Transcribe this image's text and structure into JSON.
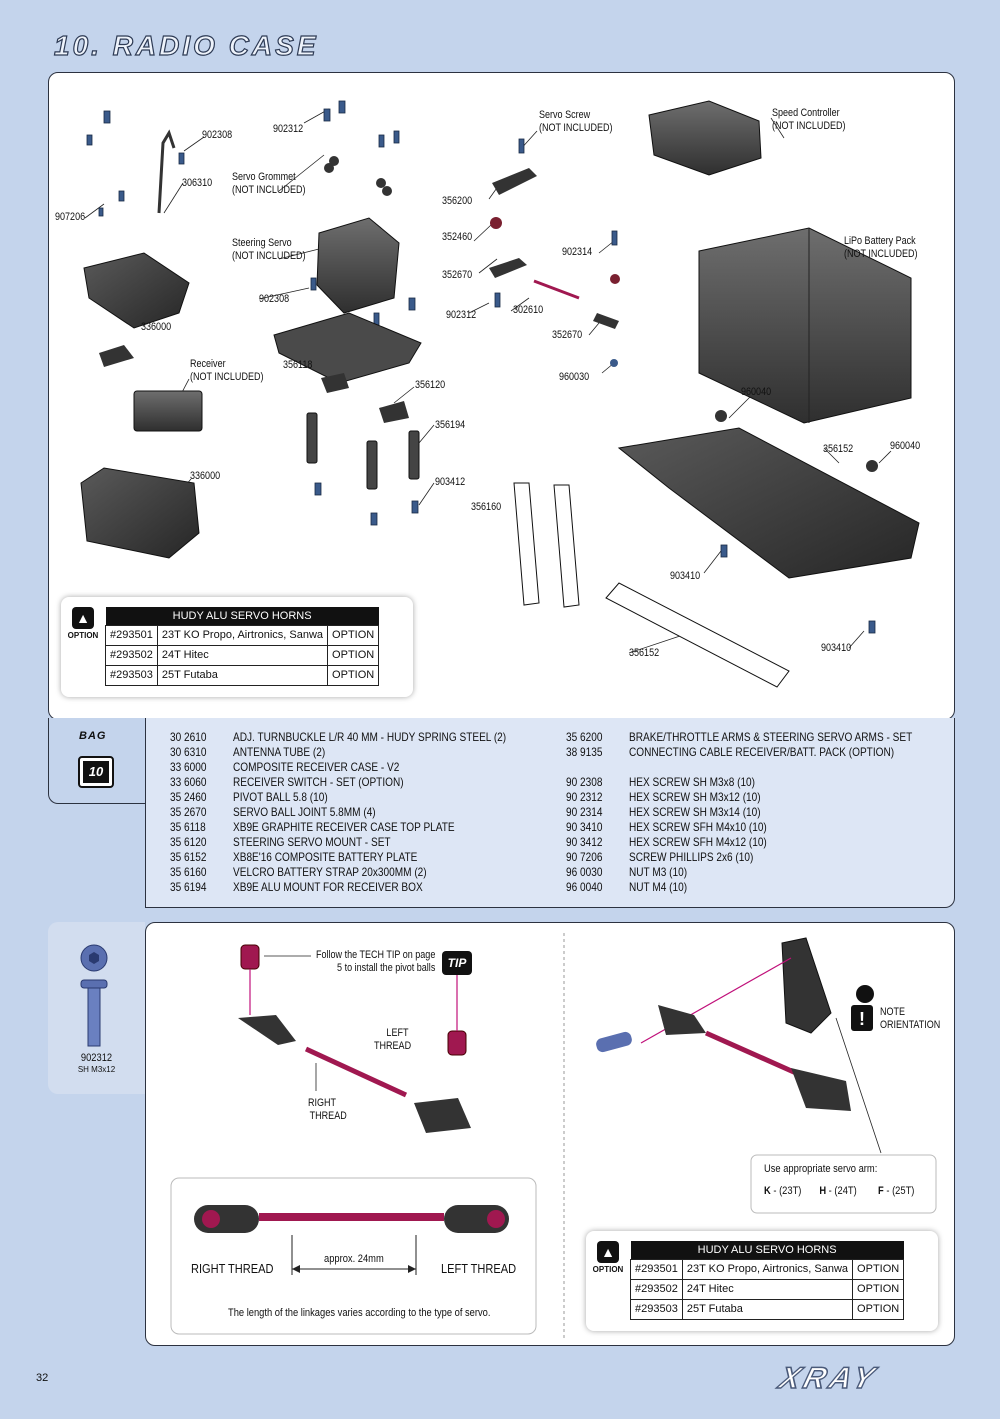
{
  "page": {
    "title": "10. RADIO CASE",
    "number": "32",
    "brand": "XRAY"
  },
  "diagram_labels": [
    {
      "id": "902308a",
      "lines": [
        "902308"
      ]
    },
    {
      "id": "902312a",
      "lines": [
        "902312"
      ]
    },
    {
      "id": "306310",
      "lines": [
        "306310"
      ]
    },
    {
      "id": "907206",
      "lines": [
        "907206"
      ]
    },
    {
      "id": "grommet",
      "lines": [
        "Servo Grommet",
        "(NOT INCLUDED)"
      ]
    },
    {
      "id": "servo",
      "lines": [
        "Steering Servo",
        "(NOT INCLUDED)"
      ]
    },
    {
      "id": "902308b",
      "lines": [
        "902308"
      ]
    },
    {
      "id": "336000a",
      "lines": [
        "336000"
      ]
    },
    {
      "id": "receiver",
      "lines": [
        "Receiver",
        "(NOT INCLUDED)"
      ]
    },
    {
      "id": "356118",
      "lines": [
        "356118"
      ]
    },
    {
      "id": "356120",
      "lines": [
        "356120"
      ]
    },
    {
      "id": "356194",
      "lines": [
        "356194"
      ]
    },
    {
      "id": "336000b",
      "lines": [
        "336000"
      ]
    },
    {
      "id": "903412",
      "lines": [
        "903412"
      ]
    },
    {
      "id": "servoscrew",
      "lines": [
        "Servo Screw",
        "(NOT INCLUDED)"
      ]
    },
    {
      "id": "356200",
      "lines": [
        "356200"
      ]
    },
    {
      "id": "352460",
      "lines": [
        "352460"
      ]
    },
    {
      "id": "352670a",
      "lines": [
        "352670"
      ]
    },
    {
      "id": "902312b",
      "lines": [
        "902312"
      ]
    },
    {
      "id": "302610",
      "lines": [
        "302610"
      ]
    },
    {
      "id": "352670b",
      "lines": [
        "352670"
      ]
    },
    {
      "id": "902314",
      "lines": [
        "902314"
      ]
    },
    {
      "id": "960030",
      "lines": [
        "960030"
      ]
    },
    {
      "id": "speed",
      "lines": [
        "Speed Controller",
        "(NOT INCLUDED)"
      ]
    },
    {
      "id": "lipo",
      "lines": [
        "LiPo Battery Pack",
        "(NOT INCLUDED)"
      ]
    },
    {
      "id": "960040a",
      "lines": [
        "960040"
      ]
    },
    {
      "id": "356152a",
      "lines": [
        "356152"
      ]
    },
    {
      "id": "960040b",
      "lines": [
        "960040"
      ]
    },
    {
      "id": "356160",
      "lines": [
        "356160"
      ]
    },
    {
      "id": "903410a",
      "lines": [
        "903410"
      ]
    },
    {
      "id": "356152b",
      "lines": [
        "356152"
      ]
    },
    {
      "id": "903410b",
      "lines": [
        "903410"
      ]
    }
  ],
  "option_table": {
    "badge": "OPTION",
    "header": "HUDY ALU SERVO HORNS",
    "rows": [
      {
        "code": "#293501",
        "desc": "23T KO Propo, Airtronics, Sanwa",
        "tag": "OPTION"
      },
      {
        "code": "#293502",
        "desc": "24T Hitec",
        "tag": "OPTION"
      },
      {
        "code": "#293503",
        "desc": "25T Futaba",
        "tag": "OPTION"
      }
    ]
  },
  "bag": {
    "label": "BAG",
    "number": "10"
  },
  "parts_left": [
    {
      "code": "30 2610",
      "desc": "ADJ. TURNBUCKLE L/R 40 MM  - HUDY SPRING STEEL (2)"
    },
    {
      "code": "30 6310",
      "desc": "ANTENNA TUBE (2)"
    },
    {
      "code": "33 6000",
      "desc": "COMPOSITE RECEIVER CASE - V2"
    },
    {
      "code": "33 6060",
      "desc": "RECEIVER SWITCH - SET (OPTION)"
    },
    {
      "code": "35 2460",
      "desc": "PIVOT BALL 5.8 (10)"
    },
    {
      "code": "35 2670",
      "desc": "SERVO BALL JOINT  5.8MM (4)"
    },
    {
      "code": "35 6118",
      "desc": "XB9E GRAPHITE RECEIVER CASE TOP PLATE"
    },
    {
      "code": "35 6120",
      "desc": "STEERING SERVO MOUNT - SET"
    },
    {
      "code": "35 6152",
      "desc": "XB8E'16 COMPOSITE BATTERY PLATE"
    },
    {
      "code": "35 6160",
      "desc": "VELCRO BATTERY STRAP 20x300MM (2)"
    },
    {
      "code": "35 6194",
      "desc": "XB9E ALU MOUNT FOR RECEIVER BOX"
    }
  ],
  "parts_right": [
    {
      "code": "35 6200",
      "desc": "BRAKE/THROTTLE ARMS & STEERING SERVO ARMS - SET"
    },
    {
      "code": "38 9135",
      "desc": "CONNECTING CABLE  RECEIVER/BATT. PACK (OPTION)"
    },
    {
      "code": "",
      "desc": ""
    },
    {
      "code": "90 2308",
      "desc": "HEX SCREW  SH M3x8  (10)"
    },
    {
      "code": "90 2312",
      "desc": "HEX SCREW  SH M3x12  (10)"
    },
    {
      "code": "90 2314",
      "desc": "HEX SCREW  SH M3x14  (10)"
    },
    {
      "code": "90 3410",
      "desc": "HEX SCREW  SFH M4x10  (10)"
    },
    {
      "code": "90 3412",
      "desc": "HEX SCREW  SFH M4x12  (10)"
    },
    {
      "code": "90 7206",
      "desc": "SCREW PHILLIPS 2x6  (10)"
    },
    {
      "code": "96 0030",
      "desc": "NUT M3  (10)"
    },
    {
      "code": "96 0040",
      "desc": "NUT M4  (10)"
    }
  ],
  "sidebar": {
    "code": "902312",
    "spec": "SH M3x12"
  },
  "step": {
    "tech_tip": [
      "Follow the TECH TIP on page",
      "5 to install the pivot balls"
    ],
    "tip_badge": "TIP",
    "left_thread": [
      "LEFT",
      "THREAD"
    ],
    "right_thread": [
      "RIGHT",
      "THREAD"
    ],
    "detail": {
      "right": "RIGHT  THREAD",
      "left": "LEFT  THREAD",
      "approx": "approx. 24mm",
      "note": "The length of the linkages varies according to the type of servo."
    },
    "note_orientation": [
      "NOTE",
      "ORIENTATION"
    ],
    "servo_arm": {
      "title": "Use appropriate servo arm:",
      "items": [
        {
          "letter": "K",
          "value": " - (23T)"
        },
        {
          "letter": "H",
          "value": " - (24T)"
        },
        {
          "letter": "F",
          "value": " - (25T)"
        }
      ]
    }
  }
}
